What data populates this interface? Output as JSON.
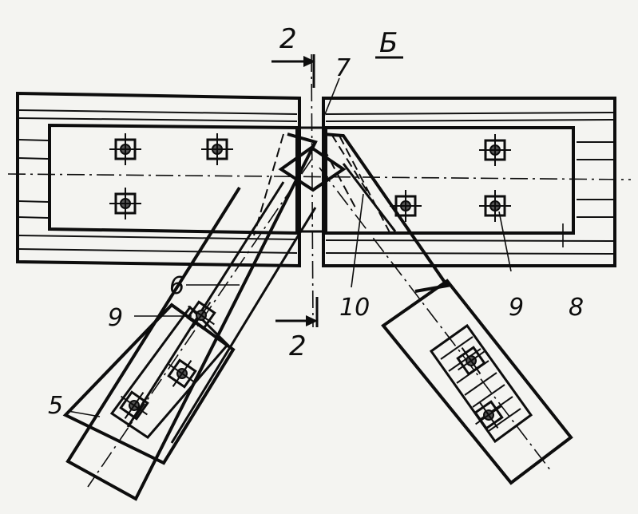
{
  "labels": {
    "section_top": "2",
    "section_bottom": "2",
    "view": "Б",
    "part_5": "5",
    "part_6": "6",
    "part_7": "7",
    "part_8": "8",
    "part_9_left": "9",
    "part_9_right": "9",
    "part_10": "10"
  }
}
